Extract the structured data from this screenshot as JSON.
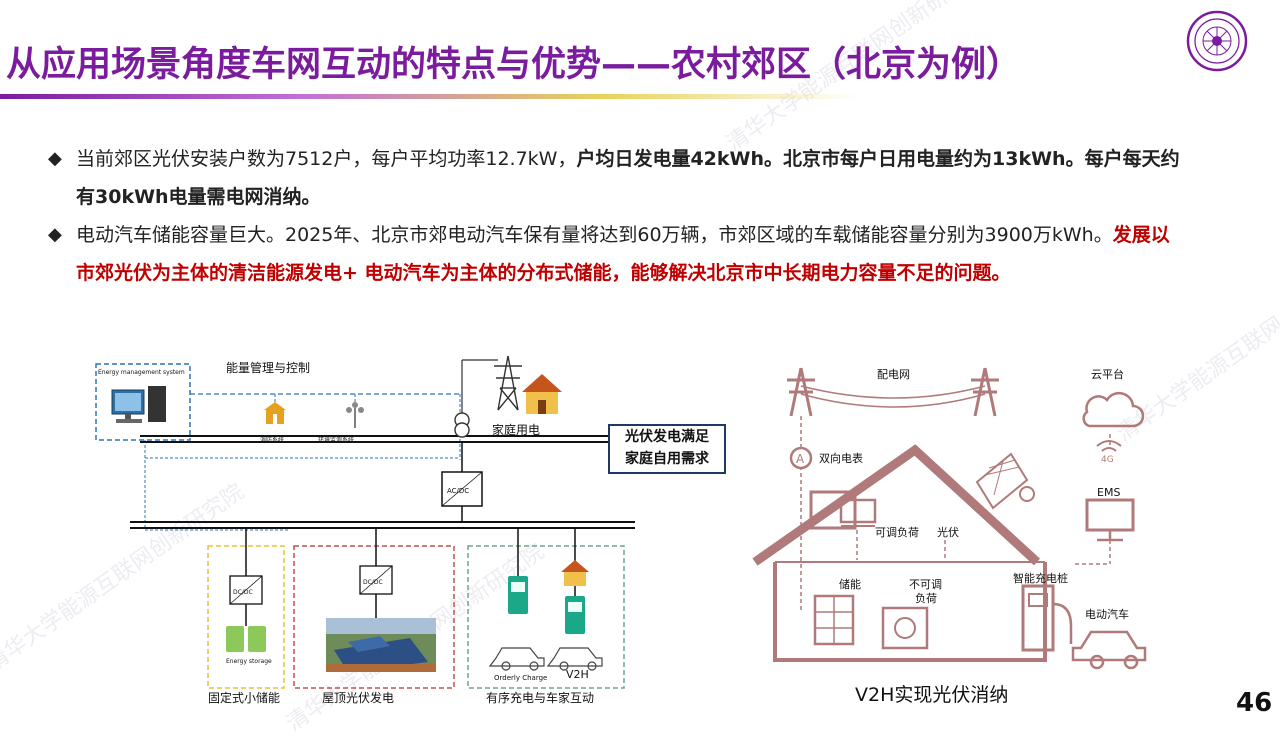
{
  "title": "从应用场景角度车网互动的特点与优势——农村郊区（北京为例）",
  "bullets": [
    {
      "marker": "◆",
      "parts": [
        {
          "text": "当前郊区光伏安装户数为7512户，每户平均功率12.7kW，",
          "style": "normal"
        },
        {
          "text": "户均日发电量42kWh。北京市每户日用电量约为13kWh。每户每天约有30kWh电量需电网消纳。",
          "style": "bold"
        }
      ]
    },
    {
      "marker": "◆",
      "parts": [
        {
          "text": "电动汽车储能容量巨大。2025年、北京市郊电动汽车保有量将达到60万辆，市郊区域的车载储能容量分别为3900万kWh。",
          "style": "normal"
        },
        {
          "text": "发展以市郊光伏为主体的清洁能源发电+ 电动汽车为主体的分布式储能，能够解决北京市中长期电力容量不足的问题。",
          "style": "red"
        }
      ]
    }
  ],
  "left_diagram": {
    "ems_box_label": "Energy management system",
    "energy_mgmt_label": "能量管理与控制",
    "fire_system": "消防系统",
    "env_monitor": "环境监测系统",
    "household_power": "家庭用电",
    "acdc": "AC/DC",
    "dcdc_1": "DC/DC",
    "dcdc_2": "DC/DC",
    "energy_storage": "Energy storage",
    "orderly_charge": "Orderly Charge",
    "v2h": "V2H",
    "group_1": "固定式小储能",
    "group_2": "屋顶光伏发电",
    "group_3": "有序充电与车家互动",
    "callout_line1": "光伏发电满足",
    "callout_line2": "家庭自用需求"
  },
  "right_diagram": {
    "grid": "配电网",
    "bidir_meter": "双向电表",
    "meter_symbol": "A",
    "adjustable_load": "可调负荷",
    "pv": "光伏",
    "storage": "储能",
    "nonadj_1": "不可调",
    "nonadj_2": "负荷",
    "smart_charger": "智能充电桩",
    "ev": "电动汽车",
    "cloud": "云平台",
    "signal": "4G",
    "ems": "EMS",
    "house_color": "#b07a7a"
  },
  "caption": "V2H实现光伏消纳",
  "page_number": "46",
  "watermark": "清华大学能源互联网创新研究院",
  "colors": {
    "title": "#7b1c9e",
    "emphasis_red": "#c00000",
    "house": "#b07a7a"
  }
}
